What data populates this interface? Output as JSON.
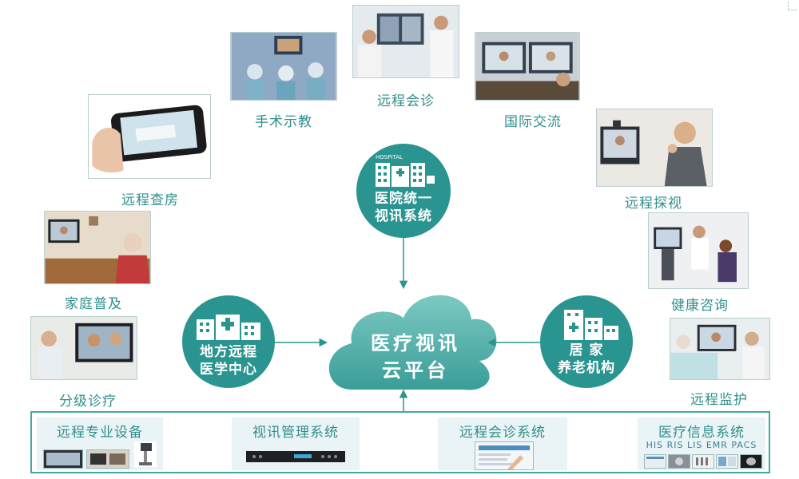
{
  "nodes": {
    "surgery_demo": "手术示教",
    "remote_consult": "远程会诊",
    "intl_exchange": "国际交流",
    "remote_rounds": "远程查房",
    "remote_visit": "远程探视",
    "home_popular": "家庭普及",
    "health_consult": "健康咨询",
    "tiered_care": "分级诊疗",
    "remote_monitor": "远程监护"
  },
  "hubs": {
    "hospital": {
      "badge": "HOSPITAL",
      "line1": "医院统一",
      "line2": "视讯系统"
    },
    "local_center": {
      "line1": "地方远程",
      "line2": "医学中心"
    },
    "elder_care": {
      "line1": "居 家",
      "line2": "养老机构"
    }
  },
  "cloud": {
    "line1": "医疗视讯",
    "line2": "云平台"
  },
  "systems": {
    "devices": "远程专业设备",
    "video_mgmt": "视讯管理系统",
    "consult_sys": "远程会诊系统",
    "info_sys": "医疗信息系统",
    "info_sub": "HIS  RIS  LIS  EMR  PACS"
  },
  "colors": {
    "teal": "#2a9490",
    "cloud": "#48aca6",
    "text": "#2f8f8c"
  }
}
